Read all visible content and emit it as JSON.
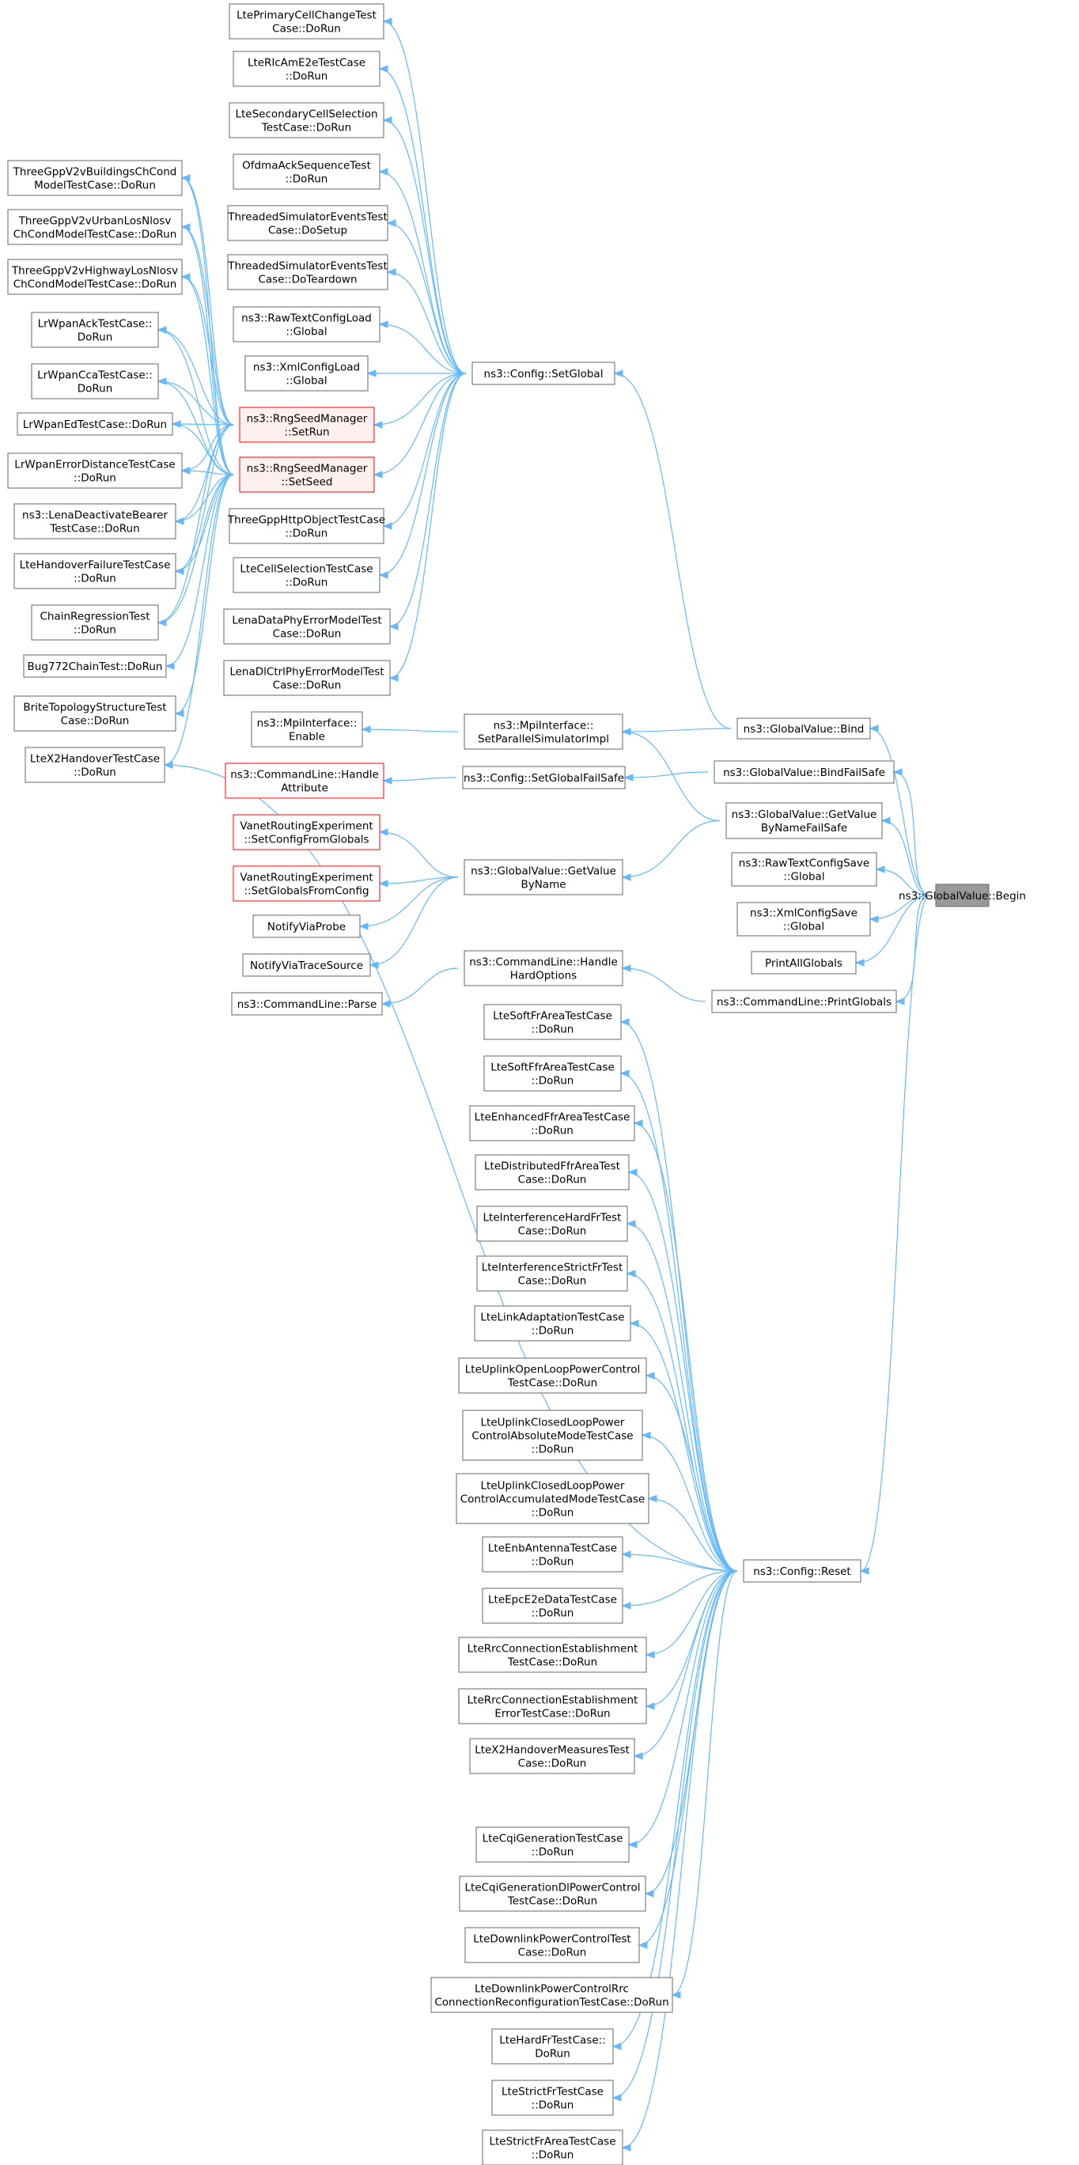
{
  "colors": {
    "edge": "#63b8ff",
    "node_border": "#666666",
    "root_fill": "#999999",
    "truncated_border": "#ff0000",
    "truncated_fill": "#fff0f0"
  },
  "nodes": {
    "begin": [
      "ns3::GlobalValue::Begin"
    ],
    "bind": [
      "ns3::GlobalValue::Bind"
    ],
    "bindfailsafe": [
      "ns3::GlobalValue::BindFailSafe"
    ],
    "getvaluebynamefailsafe": [
      "ns3::GlobalValue::GetValue",
      "ByNameFailSafe"
    ],
    "rawtextsave": [
      "ns3::RawTextConfigSave",
      "::Global"
    ],
    "xmlsave": [
      "ns3::XmlConfigSave",
      "::Global"
    ],
    "printallglobals": [
      "PrintAllGlobals"
    ],
    "printglobals": [
      "ns3::CommandLine::PrintGlobals"
    ],
    "setglobal": [
      "ns3::Config::SetGlobal"
    ],
    "setparallel": [
      "ns3::MpiInterface::",
      "SetParallelSimulatorImpl"
    ],
    "setglobalfailsafe": [
      "ns3::Config::SetGlobalFailSafe"
    ],
    "getvaluebyname": [
      "ns3::GlobalValue::GetValue",
      "ByName"
    ],
    "handlehardoptions": [
      "ns3::CommandLine::Handle",
      "HardOptions"
    ],
    "reset": [
      "ns3::Config::Reset"
    ],
    "primarycell": [
      "LtePrimaryCellChangeTest",
      "Case::DoRun"
    ],
    "rlcame2e": [
      "LteRlcAmE2eTestCase",
      "::DoRun"
    ],
    "secondarycell": [
      "LteSecondaryCellSelection",
      "TestCase::DoRun"
    ],
    "ofdmaack": [
      "OfdmaAckSequenceTest",
      "::DoRun"
    ],
    "threadedsetup": [
      "ThreadedSimulatorEventsTest",
      "Case::DoSetup"
    ],
    "threadedteardown": [
      "ThreadedSimulatorEventsTest",
      "Case::DoTeardown"
    ],
    "rawtextload": [
      "ns3::RawTextConfigLoad",
      "::Global"
    ],
    "xmlload": [
      "ns3::XmlConfigLoad",
      "::Global"
    ],
    "setrun": [
      "ns3::RngSeedManager",
      "::SetRun"
    ],
    "setseed": [
      "ns3::RngSeedManager",
      "::SetSeed"
    ],
    "threegpphttp": [
      "ThreeGppHttpObjectTestCase",
      "::DoRun"
    ],
    "ltecellselection": [
      "LteCellSelectionTestCase",
      "::DoRun"
    ],
    "lenadataphy": [
      "LenaDataPhyErrorModelTest",
      "Case::DoRun"
    ],
    "lenadlctrl": [
      "LenaDlCtrlPhyErrorModelTest",
      "Case::DoRun"
    ],
    "mpienable": [
      "ns3::MpiInterface::",
      "Enable"
    ],
    "handleattribute": [
      "ns3::CommandLine::Handle",
      "Attribute"
    ],
    "vanetsetconfig": [
      "VanetRoutingExperiment",
      "::SetConfigFromGlobals"
    ],
    "vanetsetglobals": [
      "VanetRoutingExperiment",
      "::SetGlobalsFromConfig"
    ],
    "notifyviaprobe": [
      "NotifyViaProbe"
    ],
    "notifyviatrace": [
      "NotifyViaTraceSource"
    ],
    "cmdparse": [
      "ns3::CommandLine::Parse"
    ],
    "v2vbuildings": [
      "ThreeGppV2vBuildingsChCond",
      "ModelTestCase::DoRun"
    ],
    "v2vurban": [
      "ThreeGppV2vUrbanLosNlosv",
      "ChCondModelTestCase::DoRun"
    ],
    "v2vhighway": [
      "ThreeGppV2vHighwayLosNlosv",
      "ChCondModelTestCase::DoRun"
    ],
    "lrwpanack": [
      "LrWpanAckTestCase::",
      "DoRun"
    ],
    "lrwpancca": [
      "LrWpanCcaTestCase::",
      "DoRun"
    ],
    "lrwpaned": [
      "LrWpanEdTestCase::DoRun"
    ],
    "lrwpanerror": [
      "LrWpanErrorDistanceTestCase",
      "::DoRun"
    ],
    "lenadeactivate": [
      "ns3::LenaDeactivateBearer",
      "TestCase::DoRun"
    ],
    "handoverfailure": [
      "LteHandoverFailureTestCase",
      "::DoRun"
    ],
    "chainregression": [
      "ChainRegressionTest",
      "::DoRun"
    ],
    "bug772": [
      "Bug772ChainTest::DoRun"
    ],
    "britetopology": [
      "BriteTopologyStructureTest",
      "Case::DoRun"
    ],
    "ltex2handover": [
      "LteX2HandoverTestCase",
      "::DoRun"
    ],
    "softfrarea": [
      "LteSoftFrAreaTestCase",
      "::DoRun"
    ],
    "softffrarea": [
      "LteSoftFfrAreaTestCase",
      "::DoRun"
    ],
    "enhancedffr": [
      "LteEnhancedFfrAreaTestCase",
      "::DoRun"
    ],
    "distributedffr": [
      "LteDistributedFfrAreaTest",
      "Case::DoRun"
    ],
    "interferencehard": [
      "LteInterferenceHardFrTest",
      "Case::DoRun"
    ],
    "interferencestrict": [
      "LteInterferenceStrictFrTest",
      "Case::DoRun"
    ],
    "linkadaptation": [
      "LteLinkAdaptationTestCase",
      "::DoRun"
    ],
    "uplinkopen": [
      "LteUplinkOpenLoopPowerControl",
      "TestCase::DoRun"
    ],
    "uplinkclosedabs": [
      "LteUplinkClosedLoopPower",
      "ControlAbsoluteModeTestCase",
      "::DoRun"
    ],
    "uplinkclosedacc": [
      "LteUplinkClosedLoopPower",
      "ControlAccumulatedModeTestCase",
      "::DoRun"
    ],
    "enbantenna": [
      "LteEnbAntennaTestCase",
      "::DoRun"
    ],
    "epce2edata": [
      "LteEpcE2eDataTestCase",
      "::DoRun"
    ],
    "rrcconn": [
      "LteRrcConnectionEstablishment",
      "TestCase::DoRun"
    ],
    "rrcconnerror": [
      "LteRrcConnectionEstablishment",
      "ErrorTestCase::DoRun"
    ],
    "x2measures": [
      "LteX2HandoverMeasuresTest",
      "Case::DoRun"
    ],
    "cqigen": [
      "LteCqiGenerationTestCase",
      "::DoRun"
    ],
    "cqigendl": [
      "LteCqiGenerationDlPowerControl",
      "TestCase::DoRun"
    ],
    "downlinkpower": [
      "LteDownlinkPowerControlTest",
      "Case::DoRun"
    ],
    "downlinkrrc": [
      "LteDownlinkPowerControlRrc",
      "ConnectionReconfigurationTestCase::DoRun"
    ],
    "hardfr": [
      "LteHardFrTestCase::",
      "DoRun"
    ],
    "strictfr": [
      "LteStrictFrTestCase",
      "::DoRun"
    ],
    "strictfrarea": [
      "LteStrictFrAreaTestCase",
      "::DoRun"
    ]
  },
  "edges": [
    [
      "bind",
      "begin"
    ],
    [
      "bindfailsafe",
      "begin"
    ],
    [
      "getvaluebynamefailsafe",
      "begin"
    ],
    [
      "rawtextsave",
      "begin"
    ],
    [
      "xmlsave",
      "begin"
    ],
    [
      "printallglobals",
      "begin"
    ],
    [
      "printglobals",
      "begin"
    ],
    [
      "reset",
      "begin"
    ],
    [
      "setglobal",
      "bind"
    ],
    [
      "setparallel",
      "bind"
    ],
    [
      "setglobalfailsafe",
      "bindfailsafe"
    ],
    [
      "getvaluebyname",
      "getvaluebynamefailsafe"
    ],
    [
      "setparallel",
      "getvaluebynamefailsafe"
    ],
    [
      "handlehardoptions",
      "printglobals"
    ],
    [
      "primarycell",
      "setglobal"
    ],
    [
      "rlcame2e",
      "setglobal"
    ],
    [
      "secondarycell",
      "setglobal"
    ],
    [
      "ofdmaack",
      "setglobal"
    ],
    [
      "threadedsetup",
      "setglobal"
    ],
    [
      "threadedteardown",
      "setglobal"
    ],
    [
      "rawtextload",
      "setglobal"
    ],
    [
      "xmlload",
      "setglobal"
    ],
    [
      "setrun",
      "setglobal"
    ],
    [
      "setseed",
      "setglobal"
    ],
    [
      "threegpphttp",
      "setglobal"
    ],
    [
      "ltecellselection",
      "setglobal"
    ],
    [
      "lenadataphy",
      "setglobal"
    ],
    [
      "lenadlctrl",
      "setglobal"
    ],
    [
      "mpienable",
      "setparallel"
    ],
    [
      "handleattribute",
      "setglobalfailsafe"
    ],
    [
      "vanetsetconfig",
      "getvaluebyname"
    ],
    [
      "vanetsetglobals",
      "getvaluebyname"
    ],
    [
      "notifyviaprobe",
      "getvaluebyname"
    ],
    [
      "notifyviatrace",
      "getvaluebyname"
    ],
    [
      "cmdparse",
      "handlehardoptions"
    ],
    [
      "v2vbuildings",
      "setrun"
    ],
    [
      "v2vurban",
      "setrun"
    ],
    [
      "v2vhighway",
      "setrun"
    ],
    [
      "lrwpanack",
      "setrun"
    ],
    [
      "lrwpancca",
      "setrun"
    ],
    [
      "lrwpaned",
      "setrun"
    ],
    [
      "lrwpanerror",
      "setrun"
    ],
    [
      "lenadeactivate",
      "setrun"
    ],
    [
      "handoverfailure",
      "setrun"
    ],
    [
      "chainregression",
      "setrun"
    ],
    [
      "v2vbuildings",
      "setseed"
    ],
    [
      "v2vurban",
      "setseed"
    ],
    [
      "v2vhighway",
      "setseed"
    ],
    [
      "lrwpanack",
      "setseed"
    ],
    [
      "lrwpancca",
      "setseed"
    ],
    [
      "lrwpaned",
      "setseed"
    ],
    [
      "lrwpanerror",
      "setseed"
    ],
    [
      "lenadeactivate",
      "setseed"
    ],
    [
      "handoverfailure",
      "setseed"
    ],
    [
      "chainregression",
      "setseed"
    ],
    [
      "bug772",
      "setseed"
    ],
    [
      "britetopology",
      "setseed"
    ],
    [
      "ltex2handover",
      "setseed"
    ],
    [
      "ltex2handover",
      "reset"
    ],
    [
      "softfrarea",
      "reset"
    ],
    [
      "softffrarea",
      "reset"
    ],
    [
      "enhancedffr",
      "reset"
    ],
    [
      "distributedffr",
      "reset"
    ],
    [
      "interferencehard",
      "reset"
    ],
    [
      "interferencestrict",
      "reset"
    ],
    [
      "linkadaptation",
      "reset"
    ],
    [
      "uplinkopen",
      "reset"
    ],
    [
      "uplinkclosedabs",
      "reset"
    ],
    [
      "uplinkclosedacc",
      "reset"
    ],
    [
      "enbantenna",
      "reset"
    ],
    [
      "epce2edata",
      "reset"
    ],
    [
      "rrcconn",
      "reset"
    ],
    [
      "rrcconnerror",
      "reset"
    ],
    [
      "x2measures",
      "reset"
    ],
    [
      "cqigen",
      "reset"
    ],
    [
      "cqigendl",
      "reset"
    ],
    [
      "downlinkpower",
      "reset"
    ],
    [
      "downlinkrrc",
      "reset"
    ],
    [
      "hardfr",
      "reset"
    ],
    [
      "strictfr",
      "reset"
    ],
    [
      "strictfrarea",
      "reset"
    ]
  ]
}
